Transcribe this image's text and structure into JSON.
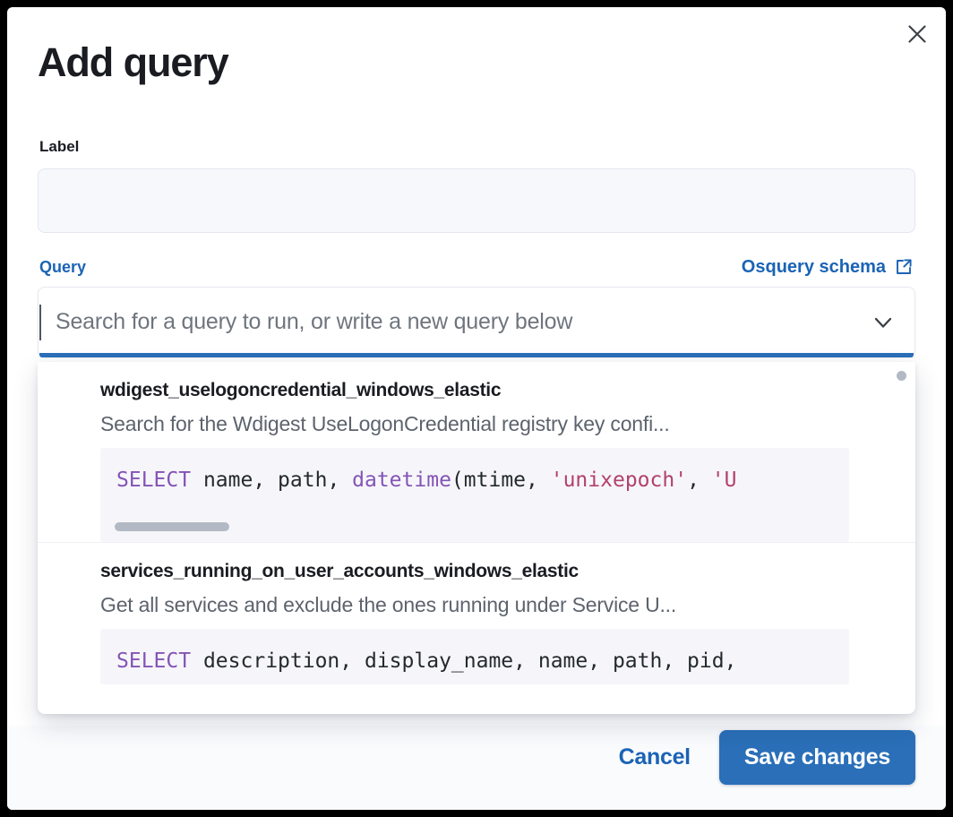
{
  "dialog": {
    "title": "Add query",
    "close_icon": "close-icon"
  },
  "label_field": {
    "label": "Label",
    "value": "",
    "placeholder": ""
  },
  "query_field": {
    "label": "Query",
    "schema_link_text": "Osquery schema",
    "schema_link_icon": "external-link-icon",
    "combobox": {
      "value": "",
      "placeholder": "Search for a query to run, or write a new query below",
      "chevron_icon": "chevron-down-icon"
    }
  },
  "dropdown": {
    "items": [
      {
        "title": "wdigest_uselogoncredential_windows_elastic",
        "description": "Search for the Wdigest UseLogonCredential registry key confi...",
        "code_tokens": [
          {
            "t": "SELECT",
            "c": "kw"
          },
          {
            "t": " ",
            "c": "pun"
          },
          {
            "t": "name",
            "c": "id"
          },
          {
            "t": ", ",
            "c": "pun"
          },
          {
            "t": "path",
            "c": "id"
          },
          {
            "t": ", ",
            "c": "pun"
          },
          {
            "t": "datetime",
            "c": "fn"
          },
          {
            "t": "(",
            "c": "pun"
          },
          {
            "t": "mtime",
            "c": "id"
          },
          {
            "t": ", ",
            "c": "pun"
          },
          {
            "t": "'unixepoch'",
            "c": "str"
          },
          {
            "t": ", ",
            "c": "pun"
          },
          {
            "t": "'U",
            "c": "str"
          }
        ],
        "has_hscroll": true
      },
      {
        "title": "services_running_on_user_accounts_windows_elastic",
        "description": "Get all services and exclude the ones running under Service U...",
        "code_tokens": [
          {
            "t": "SELECT",
            "c": "kw"
          },
          {
            "t": " ",
            "c": "pun"
          },
          {
            "t": "description",
            "c": "id"
          },
          {
            "t": ", ",
            "c": "pun"
          },
          {
            "t": "display_name",
            "c": "id"
          },
          {
            "t": ", ",
            "c": "pun"
          },
          {
            "t": "name",
            "c": "id"
          },
          {
            "t": ", ",
            "c": "pun"
          },
          {
            "t": "path",
            "c": "id"
          },
          {
            "t": ", ",
            "c": "pun"
          },
          {
            "t": "pid",
            "c": "id"
          },
          {
            "t": ",",
            "c": "pun"
          }
        ],
        "has_hscroll": false
      }
    ]
  },
  "footer": {
    "cancel_label": "Cancel",
    "save_label": "Save changes"
  },
  "colors": {
    "accent_blue": "#1b63b5",
    "button_blue": "#2a6fb8",
    "text_dark": "#1a1c21",
    "text_muted": "#5d636d",
    "code_keyword": "#8454b5",
    "code_string": "#b2416c",
    "input_fill": "#f7f8fc"
  }
}
